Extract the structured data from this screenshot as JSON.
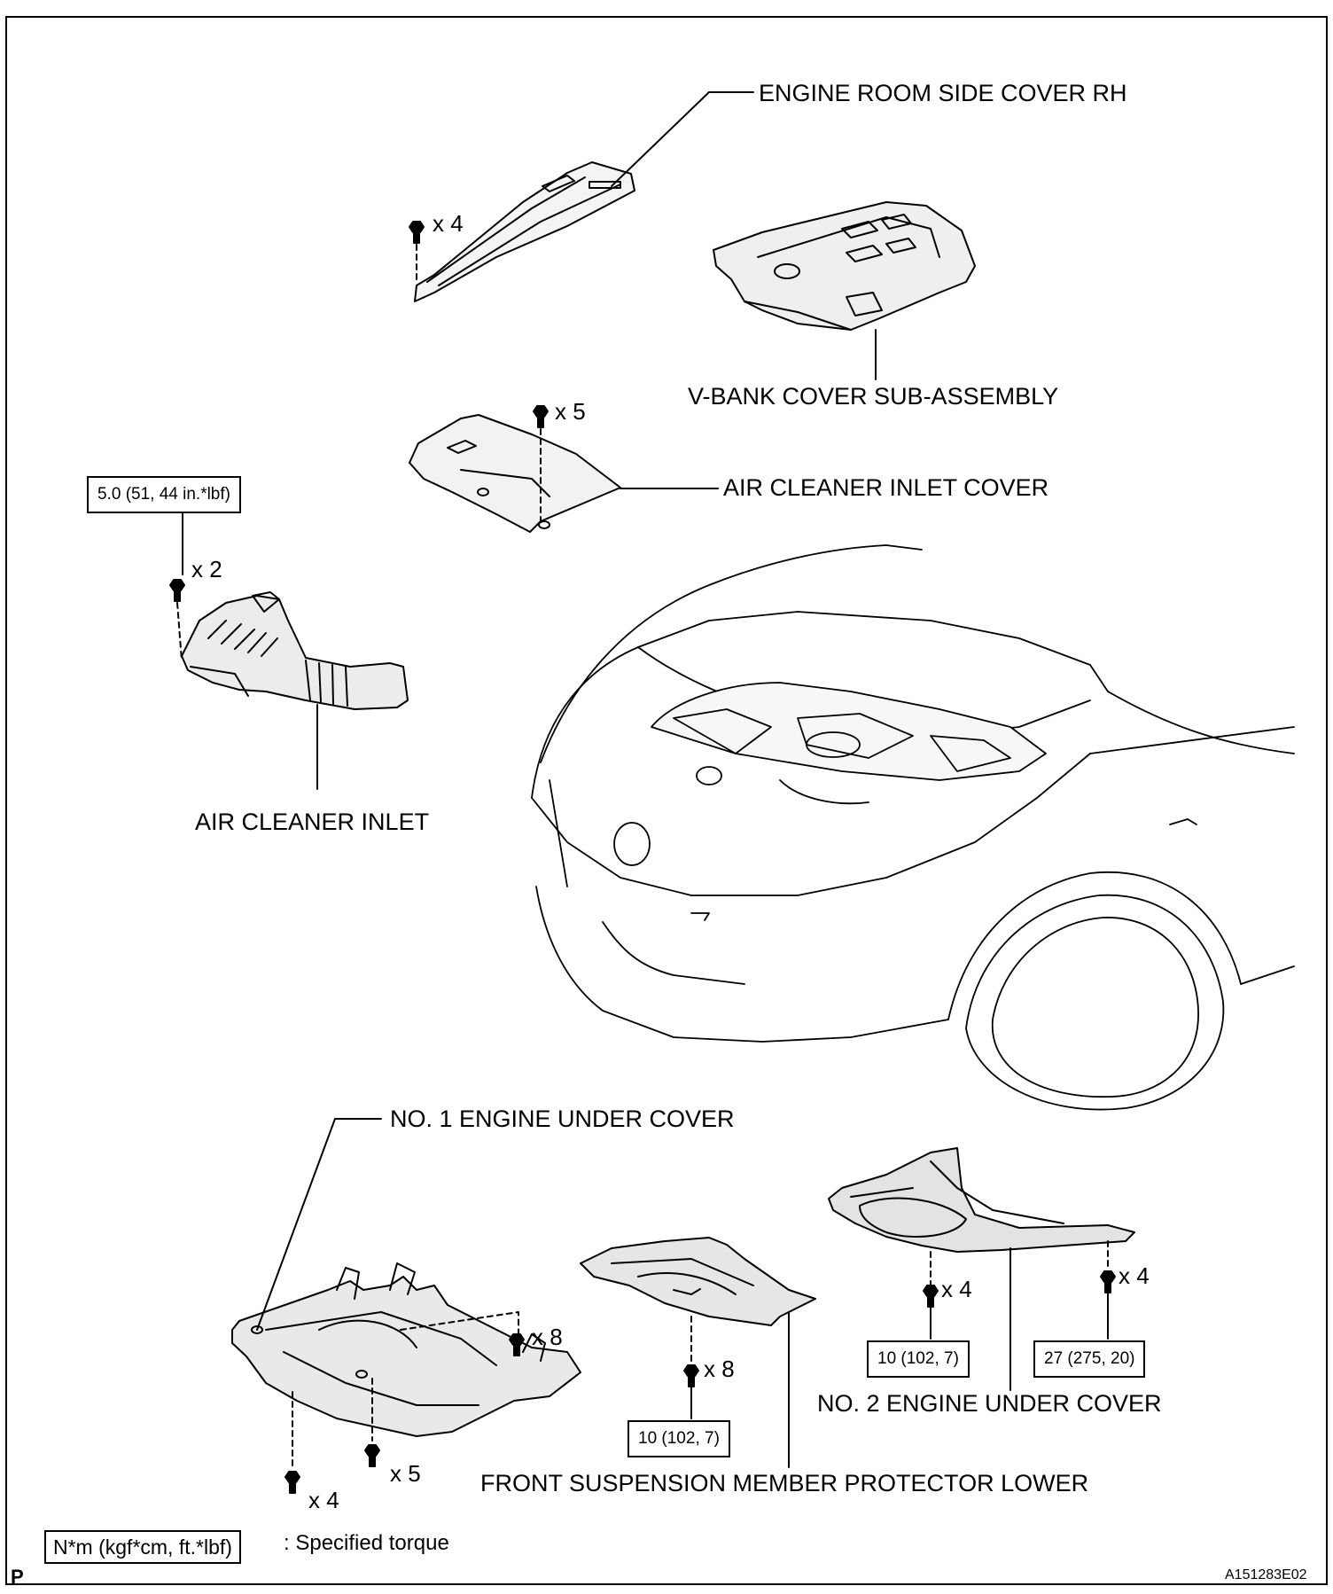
{
  "labels": {
    "engine_room_side_cover": "ENGINE ROOM SIDE COVER RH",
    "v_bank_cover": "V-BANK COVER SUB-ASSEMBLY",
    "air_cleaner_inlet_cover": "AIR CLEANER INLET COVER",
    "air_cleaner_inlet": "AIR CLEANER INLET",
    "no1_engine_under_cover": "NO. 1 ENGINE UNDER COVER",
    "no2_engine_under_cover": "NO. 2 ENGINE UNDER COVER",
    "front_suspension_protector": "FRONT SUSPENSION MEMBER PROTECTOR LOWER"
  },
  "quantities": {
    "side_cover_bolts": "x 4",
    "inlet_cover_bolts": "x 5",
    "air_inlet_bolts": "x 2",
    "no1_rear_bolts": "x 8",
    "no1_front_left_bolts": "x 4",
    "no1_front_mid_bolts": "x 5",
    "protector_bolts": "x 8",
    "no2_left_bolts": "x 4",
    "no2_right_bolts": "x 4"
  },
  "torques": {
    "air_inlet": "5.0 (51, 44 in.*lbf)",
    "protector": "10 (102, 7)",
    "no2_left": "10 (102, 7)",
    "no2_right": "27 (275, 20)"
  },
  "legend": {
    "unit_box": "N*m (kgf*cm, ft.*lbf)",
    "text": ": Specified torque"
  },
  "footer": {
    "corner_mark": "P",
    "figure_code": "A151283E02"
  }
}
